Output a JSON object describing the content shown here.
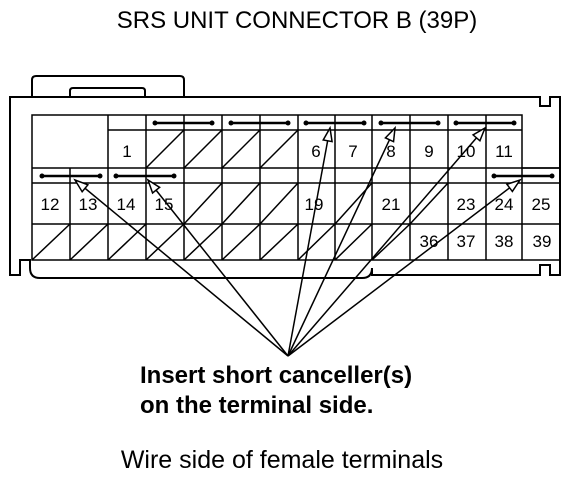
{
  "title": "SRS UNIT CONNECTOR B (39P)",
  "note_lines": [
    "Insert short canceller(s)",
    "on the terminal side."
  ],
  "caption": "Wire side of female terminals",
  "terminals": {
    "1": "1",
    "6": "6",
    "7": "7",
    "8": "8",
    "9": "9",
    "10": "10",
    "11": "11",
    "12": "12",
    "13": "13",
    "14": "14",
    "15": "15",
    "19": "19",
    "21": "21",
    "23": "23",
    "24": "24",
    "25": "25",
    "36": "36",
    "37": "37",
    "38": "38",
    "39": "39"
  }
}
